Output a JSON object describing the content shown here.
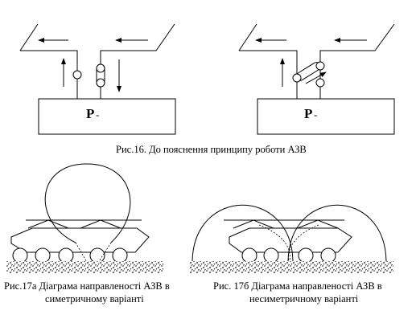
{
  "fig16": {
    "left_block_label": "P",
    "left_block_sub": "-",
    "right_block_label": "P",
    "right_block_sub": "-",
    "caption": "Рис.16.  До пояснення принципу роботи АЗВ"
  },
  "fig17a": {
    "caption_line1": "Рис.17а Діаграма направленості АЗВ в",
    "caption_line2": "симетричному варіанті"
  },
  "fig17b": {
    "caption_line1": "Рис. 17б  Діаграма направленості АЗВ в",
    "caption_line2": "несиметричному варіанті"
  }
}
